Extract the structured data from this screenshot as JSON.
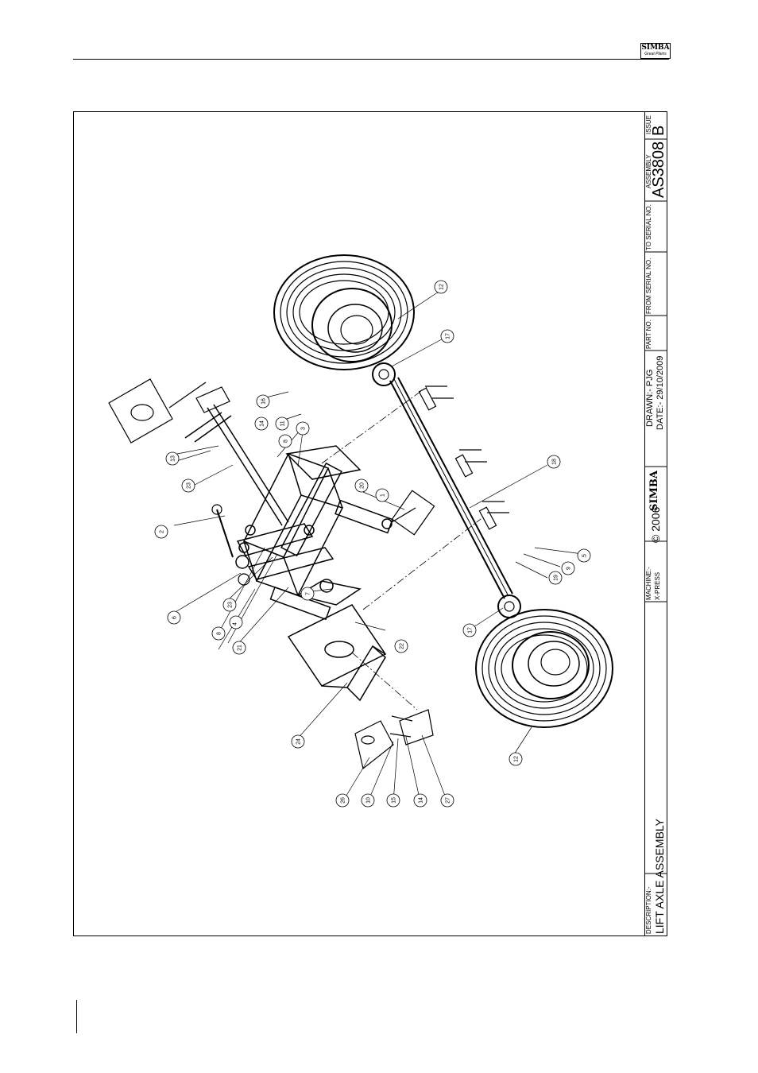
{
  "header": {
    "logo_top": "SIMBA",
    "logo_bottom": "Great Plains"
  },
  "title_block": {
    "description_label": "DESCRIPTION:-",
    "description": "LIFT AXLE ASSEMBLY",
    "machine_label": "MACHINE:-",
    "machine": "X-PRESS",
    "brand": "SIMBA",
    "copyright": "© 2006",
    "drawn": "DRAWN:- PJG",
    "date": "DATE:- 29/10/2009",
    "part_no_label": "PART NO.",
    "from_serial_label": "FROM SERIAL NO.",
    "to_serial_label": "TO SERIAL NO.",
    "assembly_label": "ASSEMBLY",
    "assembly": "AS3808",
    "issue_label": "ISSUE",
    "issue": "B"
  },
  "callouts": [
    "12",
    "17",
    "16",
    "14",
    "13",
    "23",
    "11",
    "8",
    "3",
    "20",
    "1",
    "18",
    "2",
    "5",
    "9",
    "19",
    "6",
    "23",
    "4",
    "8",
    "21",
    "7",
    "22",
    "17",
    "24",
    "12",
    "26",
    "10",
    "15",
    "14",
    "27"
  ],
  "colors": {
    "ink": "#000000",
    "paper": "#ffffff"
  }
}
